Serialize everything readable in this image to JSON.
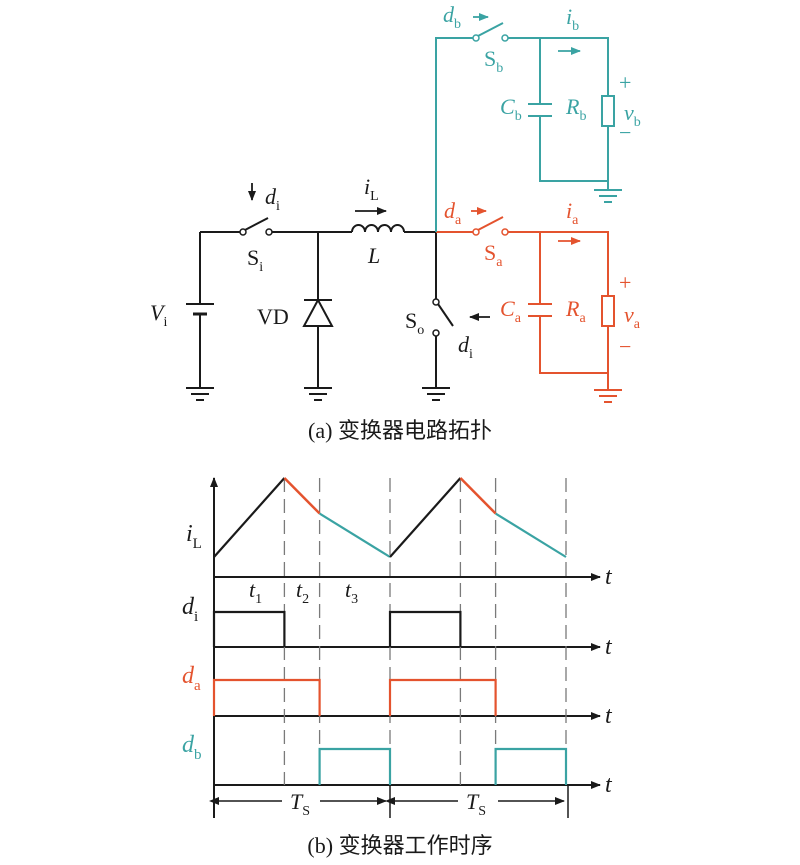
{
  "colors": {
    "ink": "#1a1a1a",
    "branch_a": "#e4532e",
    "branch_b": "#3aa3a3",
    "dash": "#7a7a7a"
  },
  "circuit": {
    "caption": "(a) 变换器电路拓扑",
    "labels": {
      "Vi": {
        "main": "V",
        "sub": "i"
      },
      "Si": {
        "main": "S",
        "sub": "i"
      },
      "di_top": {
        "main": "d",
        "sub": "i"
      },
      "iL": {
        "main": "i",
        "sub": "L"
      },
      "L": {
        "main": "L"
      },
      "VD": {
        "main": "VD"
      },
      "So": {
        "main": "S",
        "sub": "o"
      },
      "di_so": {
        "main": "d",
        "sub": "i"
      },
      "da": {
        "main": "d",
        "sub": "a"
      },
      "Sa": {
        "main": "S",
        "sub": "a"
      },
      "ia": {
        "main": "i",
        "sub": "a"
      },
      "Ca": {
        "main": "C",
        "sub": "a"
      },
      "Ra": {
        "main": "R",
        "sub": "a"
      },
      "va": {
        "main": "v",
        "sub": "a"
      },
      "db": {
        "main": "d",
        "sub": "b"
      },
      "Sb": {
        "main": "S",
        "sub": "b"
      },
      "ib": {
        "main": "i",
        "sub": "b"
      },
      "Cb": {
        "main": "C",
        "sub": "b"
      },
      "Rb": {
        "main": "R",
        "sub": "b"
      },
      "vb": {
        "main": "v",
        "sub": "b"
      },
      "plus": "+",
      "minus": "−"
    }
  },
  "timing": {
    "caption": "(b) 变换器工作时序",
    "axis_var": "t",
    "rows": {
      "iL": {
        "main": "i",
        "sub": "L"
      },
      "di": {
        "main": "d",
        "sub": "i"
      },
      "da": {
        "main": "d",
        "sub": "a"
      },
      "db": {
        "main": "d",
        "sub": "b"
      }
    },
    "intervals": [
      {
        "main": "t",
        "sub": "1"
      },
      {
        "main": "t",
        "sub": "2"
      },
      {
        "main": "t",
        "sub": "3"
      }
    ],
    "period": {
      "main": "T",
      "sub": "S"
    },
    "period_fractions": {
      "t1_end": 0.4,
      "t2_end": 0.6,
      "period": 1.0
    },
    "current_levels": {
      "start": 0.0,
      "peak": 1.0,
      "after_t2": 0.55,
      "end": 0.0
    },
    "duty": {
      "di": {
        "on": [
          0,
          0.4
        ],
        "level": 1
      },
      "da": {
        "on": [
          0,
          0.6
        ],
        "level": 1
      },
      "db": {
        "on": [
          0.6,
          1.0
        ],
        "level": 1
      }
    },
    "periods_shown": 2
  }
}
